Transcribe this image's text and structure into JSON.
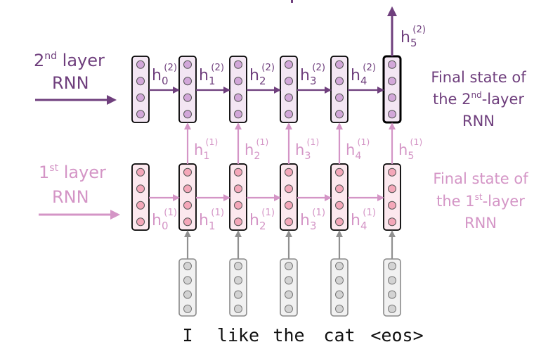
{
  "left_labels": {
    "layer2": {
      "line1_base": "2",
      "line1_sup": "nd",
      "line1_rest": " layer",
      "line2": "RNN"
    },
    "layer1": {
      "line1_base": "1",
      "line1_sup": "st",
      "line1_rest": " layer",
      "line2": "RNN"
    }
  },
  "right_labels": {
    "layer2": {
      "line1": "Final state of",
      "line2_pre": "the 2",
      "line2_sup": "nd",
      "line2_post": "-layer",
      "line3": "RNN"
    },
    "layer1": {
      "line1": "Final state of",
      "line2_pre": "the 1",
      "line2_sup": "st",
      "line2_post": "-layer",
      "line3": "RNN"
    }
  },
  "hidden_symbol": "h",
  "layer2_superscript": "(2)",
  "layer1_superscript": "(1)",
  "layer2_state_indices": [
    "0",
    "1",
    "2",
    "3",
    "4"
  ],
  "layer1_state_indices": [
    "0",
    "1",
    "2",
    "3",
    "4"
  ],
  "vertical_state_indices": [
    "1",
    "2",
    "3",
    "4",
    "5"
  ],
  "output_state_index": "5",
  "input_words": [
    "I",
    "like",
    "the",
    "cat",
    "<eos>"
  ],
  "colors": {
    "layer2_text": "#6f3f7d",
    "layer2_fill": "#f3e6f3",
    "layer2_dot": "#d2a7d9",
    "layer1_text": "#d495c6",
    "layer1_fill": "#fce8ee",
    "layer1_dot": "#f4a7b9",
    "input_fill": "#f1f1f1",
    "input_dot": "#d3d3d3",
    "input_arrow": "#909090"
  }
}
